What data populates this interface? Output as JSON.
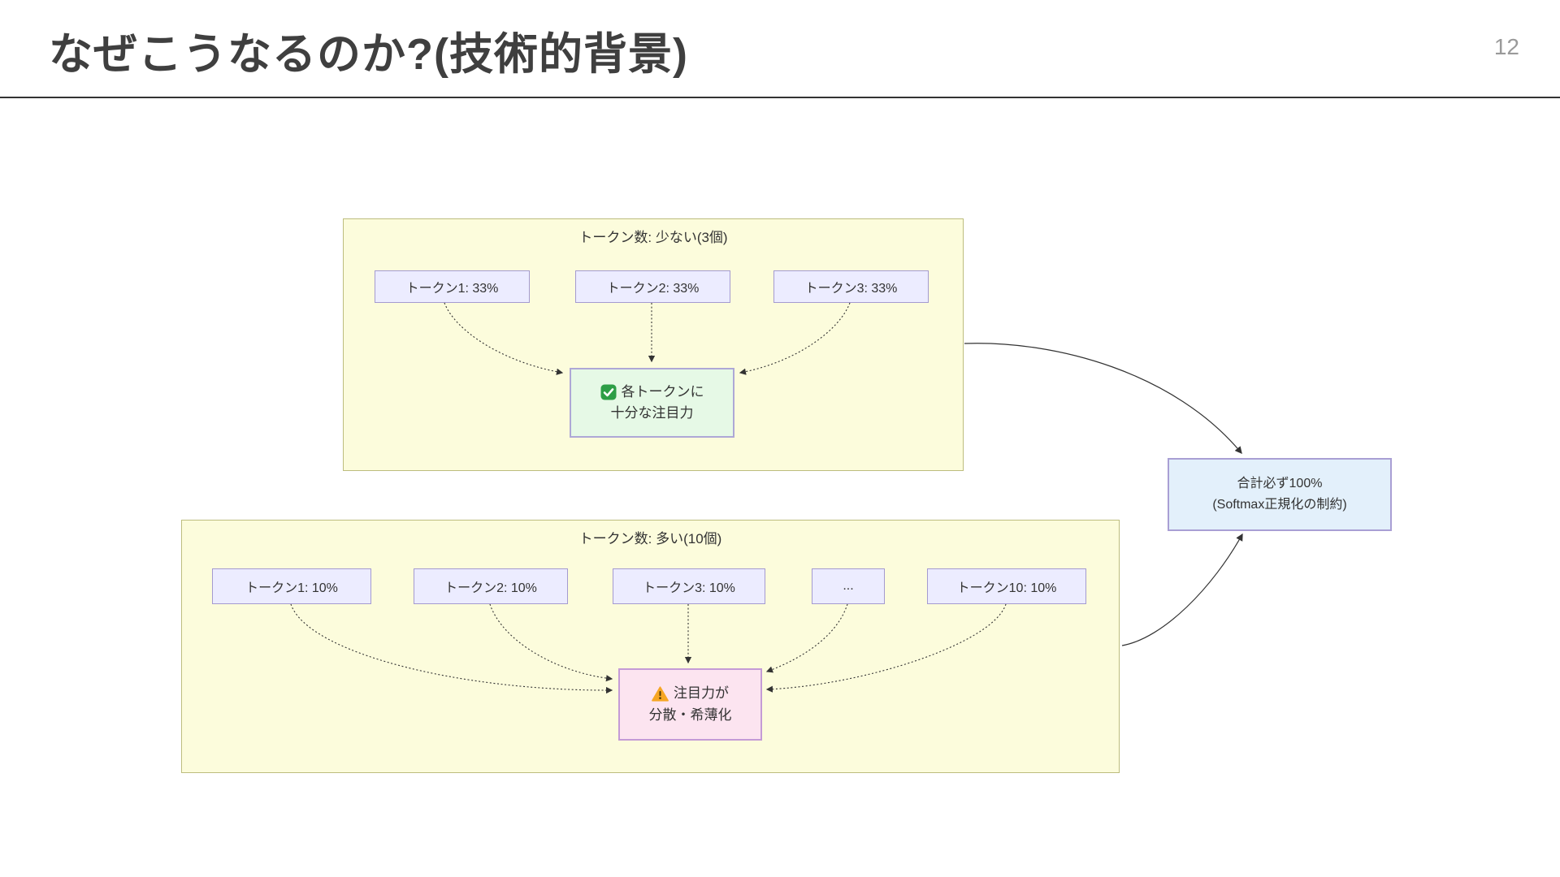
{
  "header": {
    "title": "なぜこうなるのか?(技術的背景)",
    "page_number": "12"
  },
  "diagram": {
    "cluster_small": {
      "title": "トークン数: 少ない(3個)",
      "nodes": [
        {
          "label": "トークン1: 33%"
        },
        {
          "label": "トークン2: 33%"
        },
        {
          "label": "トークン3: 33%"
        }
      ],
      "result": {
        "icon": "check-icon",
        "line1": "各トークンに",
        "line2": "十分な注目力"
      }
    },
    "cluster_large": {
      "title": "トークン数: 多い(10個)",
      "nodes": [
        {
          "label": "トークン1: 10%"
        },
        {
          "label": "トークン2: 10%"
        },
        {
          "label": "トークン3: 10%"
        },
        {
          "label": "..."
        },
        {
          "label": "トークン10: 10%"
        }
      ],
      "result": {
        "icon": "warning-icon",
        "line1": "注目力が",
        "line2": "分散・希薄化"
      }
    },
    "constraint": {
      "line1": "合計必ず100%",
      "line2": "(Softmax正規化の制約)"
    },
    "colors": {
      "cluster_fill": "#fcfcdc",
      "cluster_border": "#bdbd7e",
      "node_fill": "#ececff",
      "node_border": "#a49ad0",
      "success_fill": "#e6f9e6",
      "warning_fill": "#fce4f0",
      "constraint_fill": "#e3f0fb",
      "success_border": "#aea8d6",
      "warning_border": "#c49bd6",
      "constraint_border": "#a99fd4",
      "arrow": "#333333",
      "check_icon_green": "#2d9e46",
      "warning_icon_orange": "#f6a623",
      "title_text": "#3f3f3f",
      "page_number_text": "#9a9a9a"
    }
  }
}
